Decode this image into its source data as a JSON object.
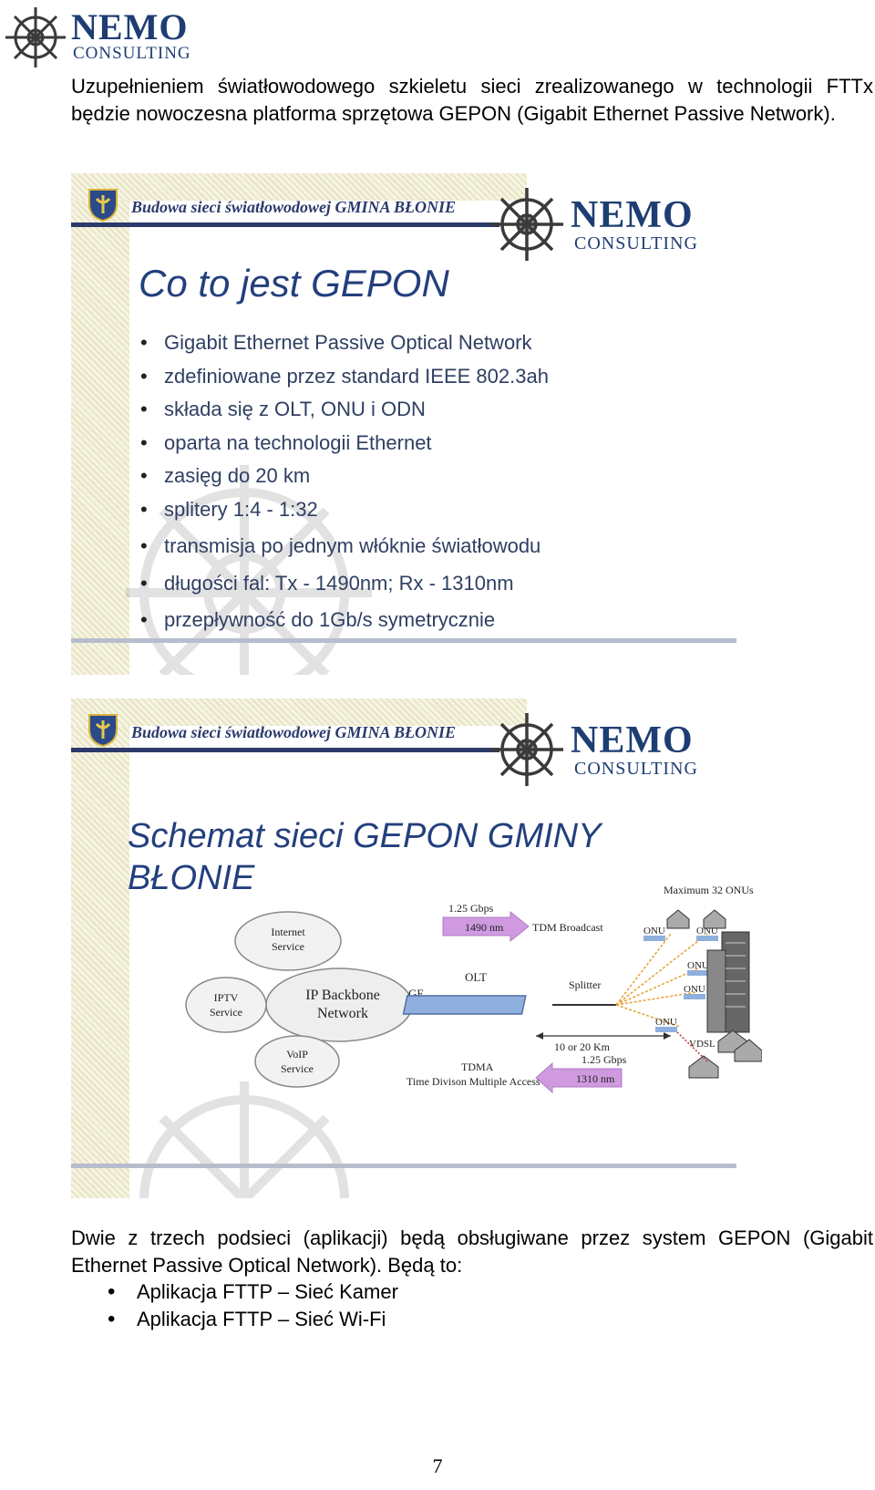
{
  "header": {
    "logo_nemo": "NEMO",
    "logo_consulting": "CONSULTING"
  },
  "intro": "Uzupełnieniem światłowodowego szkieletu sieci zrealizowanego w technologii FTTx będzie nowoczesna platforma sprzętowa GEPON (Gigabit Ethernet Passive Network).",
  "slide1": {
    "subtitle": "Budowa sieci światłowodowej GMINA BŁONIE",
    "title": "Co to jest GEPON",
    "bullets": [
      "Gigabit Ethernet Passive Optical Network",
      "zdefiniowane przez standard IEEE 802.3ah",
      "składa się z OLT, ONU i ODN",
      "oparta na technologii Ethernet",
      "zasięg do 20 km",
      "splitery 1:4 - 1:32",
      "transmisja po jednym włóknie światłowodu",
      "długości fal: Tx - 1490nm; Rx - 1310nm",
      "przepływność do 1Gb/s symetrycznie"
    ]
  },
  "slide2": {
    "subtitle": "Budowa sieci światłowodowej GMINA BŁONIE",
    "title_line1": "Schemat sieci GEPON GMINY",
    "title_line2": "BŁONIE",
    "diagram": {
      "max_onus": "Maximum 32 ONUs",
      "down_rate": "1.25 Gbps",
      "down_wave": "1490 nm",
      "tdm": "TDM Broadcast",
      "internet": "Internet Service",
      "iptv": "IPTV Service",
      "backbone": "IP Backbone Network",
      "voip": "VoIP Service",
      "ge": "GE",
      "olt": "OLT",
      "splitter": "Splitter",
      "distance": "10 or 20 Km",
      "up_rate": "1.25 Gbps",
      "up_wave": "1310 nm",
      "tdma": "TDMA",
      "tdma_full": "Time Divison Multiple Access",
      "onu": "ONU",
      "vdsl": "VDSL"
    }
  },
  "outro": "Dwie z trzech podsieci (aplikacji) będą obsługiwane przez system GEPON (Gigabit Ethernet Passive Optical Network). Będą to:",
  "list": [
    "Aplikacja FTTP – Sieć Kamer",
    "Aplikacja FTTP – Sieć Wi-Fi"
  ],
  "page_number": "7"
}
